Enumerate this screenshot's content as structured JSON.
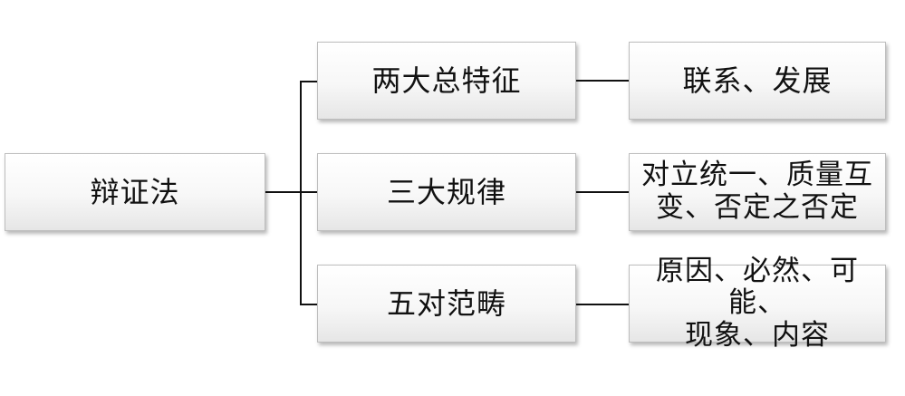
{
  "root": {
    "label": "辩证法"
  },
  "branches": [
    {
      "label": "两大总特征",
      "detail": "联系、发展"
    },
    {
      "label": "三大规律",
      "detail": "对立统一、质量互\n变、否定之否定"
    },
    {
      "label": "五对范畴",
      "detail": "原因、必然、可能、\n现象、内容"
    }
  ],
  "colors": {
    "line": "#111111",
    "box_border": "#bdbdbd",
    "box_gradient_top": "#ffffff",
    "box_gradient_bottom": "#e6e6e6"
  }
}
